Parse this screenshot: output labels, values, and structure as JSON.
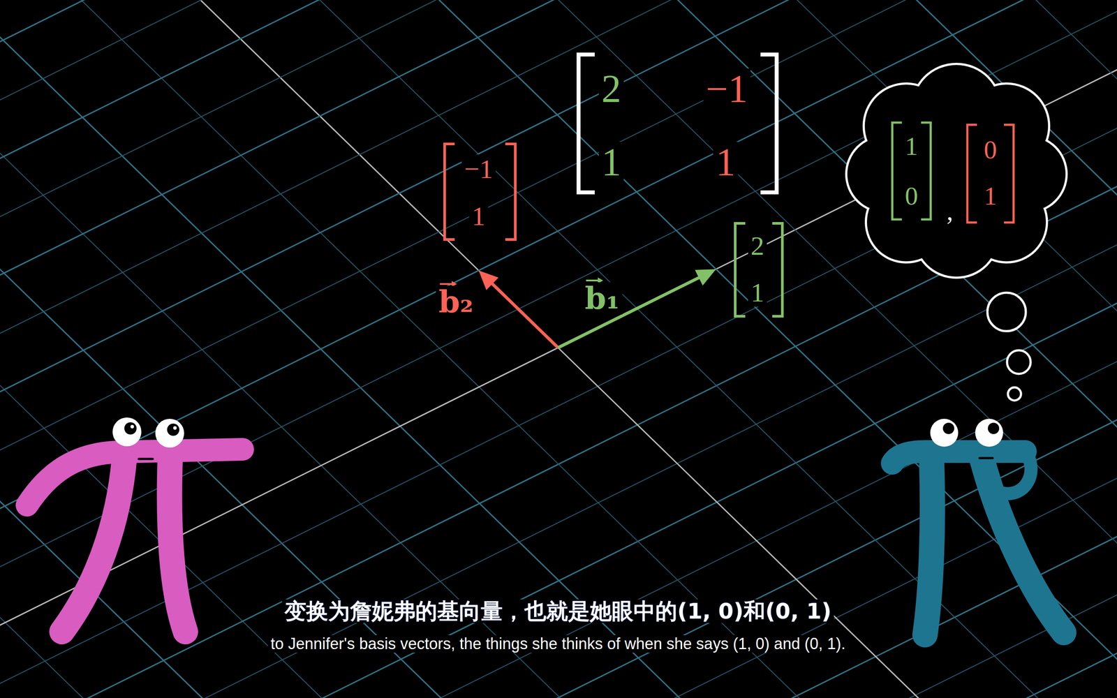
{
  "diagram": {
    "nodes": [
      {
        "text": [
          "1",
          "0",
          ",",
          "0",
          "1"
        ]
      }
    ],
    "labels": [
      "2",
      "−1",
      "1",
      "1",
      "−1",
      "1",
      "b₂",
      "b₁",
      "2",
      "1",
      "变换为詹妮弗的基向量，也就是她眼中的(1, 0)和(0, 1)",
      "to Jennifer's basis vectors, the things she thinks of when she says (1, 0) and (0, 1)."
    ]
  }
}
